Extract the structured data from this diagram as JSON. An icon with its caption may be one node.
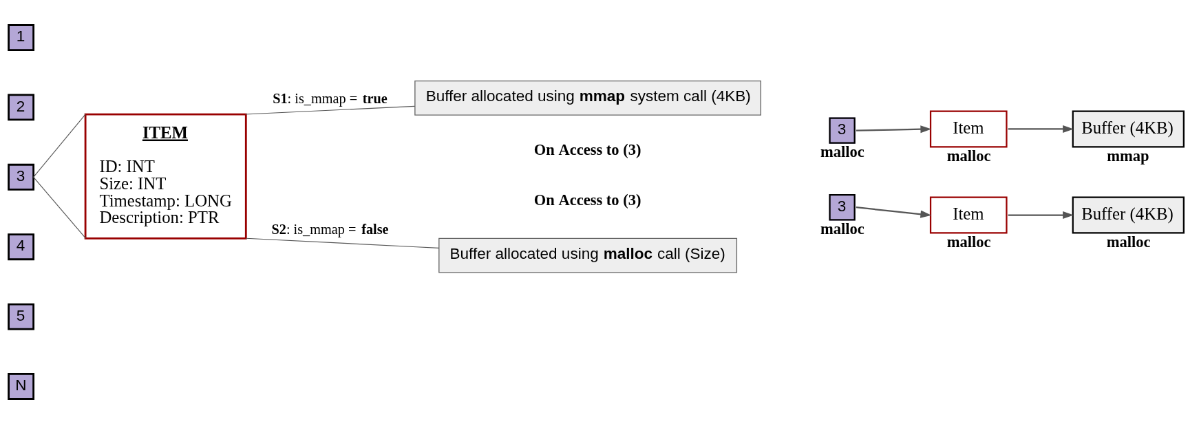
{
  "diagram": {
    "nodes": [
      {
        "text": [
          "1"
        ]
      },
      {
        "text": [
          "2"
        ]
      },
      {
        "text": [
          "3"
        ]
      },
      {
        "text": [
          "4"
        ]
      },
      {
        "text": [
          "5"
        ]
      },
      {
        "text": [
          "N"
        ]
      },
      {
        "text": [
          "ITEM",
          "ID: INT",
          "Size: INT",
          "Timestamp: LONG",
          "Description: PTR"
        ]
      },
      {
        "text": [
          "3"
        ],
        "beside": [
          "malloc"
        ]
      },
      {
        "text": [
          "Item"
        ],
        "beside": [
          "malloc"
        ]
      },
      {
        "text": [
          "Buffer (4KB)"
        ],
        "beside": [
          "mmap"
        ]
      },
      {
        "text": [
          "Buffer allocated using **mmap** system call (4KB)"
        ]
      },
      {
        "text": [
          "3"
        ],
        "beside": [
          "malloc"
        ]
      },
      {
        "text": [
          "Item"
        ],
        "beside": [
          "malloc"
        ]
      },
      {
        "text": [
          "Buffer (4KB)"
        ],
        "beside": [
          "malloc"
        ]
      },
      {
        "text": [
          "Buffer allocated using **malloc** call (Size)"
        ]
      }
    ],
    "edges": [
      {
        "from": 2,
        "to": 6,
        "arrow": "none"
      },
      {
        "from": 2,
        "to": 6,
        "arrow": "none"
      },
      {
        "from": 7,
        "to": 8,
        "arrow": "to"
      },
      {
        "from": 8,
        "to": 9,
        "arrow": "to"
      },
      {
        "from": 6,
        "to": 10,
        "arrow": "none",
        "label": "**S1**: is_mmap = **true**"
      },
      {
        "from": 11,
        "to": 12,
        "arrow": "to"
      },
      {
        "from": 12,
        "to": 13,
        "arrow": "to"
      },
      {
        "from": 6,
        "to": 14,
        "arrow": "none",
        "label": "**S2**: is_mmap = **false**"
      }
    ],
    "labels": [
      "On Access to (3)",
      "On Access to (3)"
    ]
  }
}
